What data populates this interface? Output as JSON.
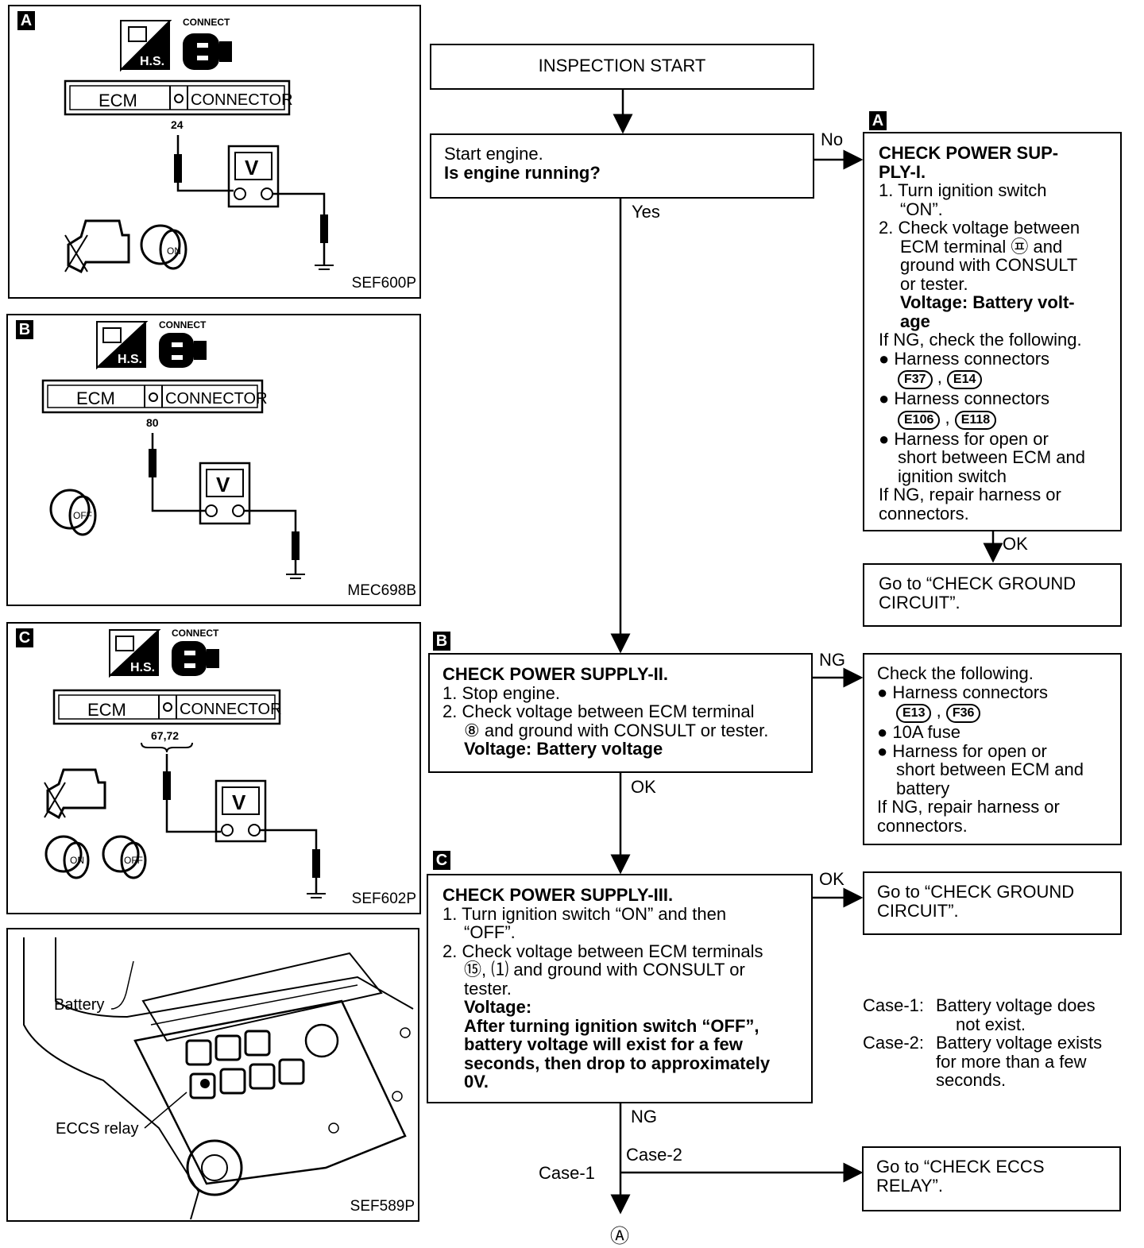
{
  "panels": [
    {
      "tag": "A",
      "code": "SEF600P",
      "terminal": "24"
    },
    {
      "tag": "B",
      "code": "MEC698B",
      "terminal": "80"
    },
    {
      "tag": "C",
      "code": "SEF602P",
      "terminal": "67,72"
    },
    {
      "code": "SEF589P",
      "battery_label": "Battery",
      "relay_label": "ECCS relay"
    }
  ],
  "common": {
    "connect": "CONNECT",
    "hs": "H.S.",
    "ecm": "ECM",
    "connector": "CONNECTOR",
    "meter": "V",
    "on": "ON",
    "off": "OFF"
  },
  "flow": {
    "start": "INSPECTION START",
    "step1": {
      "line1": "Start engine.",
      "line2": "Is engine running?",
      "no": "No",
      "yes": "Yes"
    },
    "boxA": {
      "tag": "A",
      "title1": "CHECK POWER SUP-",
      "title2": "PLY-I.",
      "s1a": "1. Turn ignition switch",
      "s1b": "“ON”.",
      "s2a": "2. Check voltage between",
      "s2b": "ECM terminal ㉬ and",
      "s2c": "ground with CONSULT",
      "s2d": "or tester.",
      "v1": "Voltage: Battery volt-",
      "v2": "age",
      "ng": "If NG, check the following.",
      "b1": "Harness connectors",
      "b1c1": "F37",
      "b1c2": "E14",
      "b2": "Harness connectors",
      "b2c1": "E106",
      "b2c2": "E118",
      "b3a": "Harness for open or",
      "b3b": "short between ECM and",
      "b3c": "ignition switch",
      "r1": "If NG, repair harness or",
      "r2": "connectors.",
      "ok": "OK"
    },
    "goGroundA": {
      "l1": "Go to “CHECK GROUND",
      "l2": "CIRCUIT”."
    },
    "boxB": {
      "tag": "B",
      "title": "CHECK POWER SUPPLY-II.",
      "s1": "1. Stop engine.",
      "s2a": "2. Check voltage between ECM terminal",
      "s2b": "⑧ and ground with CONSULT or tester.",
      "v": "Voltage: Battery voltage",
      "ng": "NG",
      "ok": "OK"
    },
    "checkB": {
      "title": "Check the following.",
      "b1": "Harness connectors",
      "c1": "E13",
      "c2": "F36",
      "b2": "10A fuse",
      "b3a": "Harness for open or",
      "b3b": "short between ECM and",
      "b3c": "battery",
      "r1": "If NG, repair harness or",
      "r2": "connectors."
    },
    "boxC": {
      "tag": "C",
      "title": "CHECK POWER SUPPLY-III.",
      "s1a": "1. Turn ignition switch “ON” and then",
      "s1b": "“OFF”.",
      "s2a": "2. Check voltage between ECM terminals",
      "s2b": "⑮, ⑴ and ground with CONSULT or",
      "s2c": "tester.",
      "v0": "Voltage:",
      "v1": "After turning ignition switch “OFF”,",
      "v2": "battery voltage will exist for a few",
      "v3": "seconds, then drop to approximately",
      "v4": "0V.",
      "ok": "OK",
      "ng": "NG"
    },
    "goGroundC": {
      "l1": "Go to “CHECK GROUND",
      "l2": "CIRCUIT”."
    },
    "cases": {
      "c1k": "Case-1:",
      "c1a": "Battery voltage does",
      "c1b": "not exist.",
      "c2k": "Case-2:",
      "c2a": "Battery voltage exists",
      "c2b": "for more than a few",
      "c2c": "seconds."
    },
    "branch": {
      "case1": "Case-1",
      "case2": "Case-2"
    },
    "goRelay": {
      "l1": "Go to “CHECK ECCS",
      "l2": "RELAY”."
    },
    "endMarker": "Ⓐ"
  }
}
